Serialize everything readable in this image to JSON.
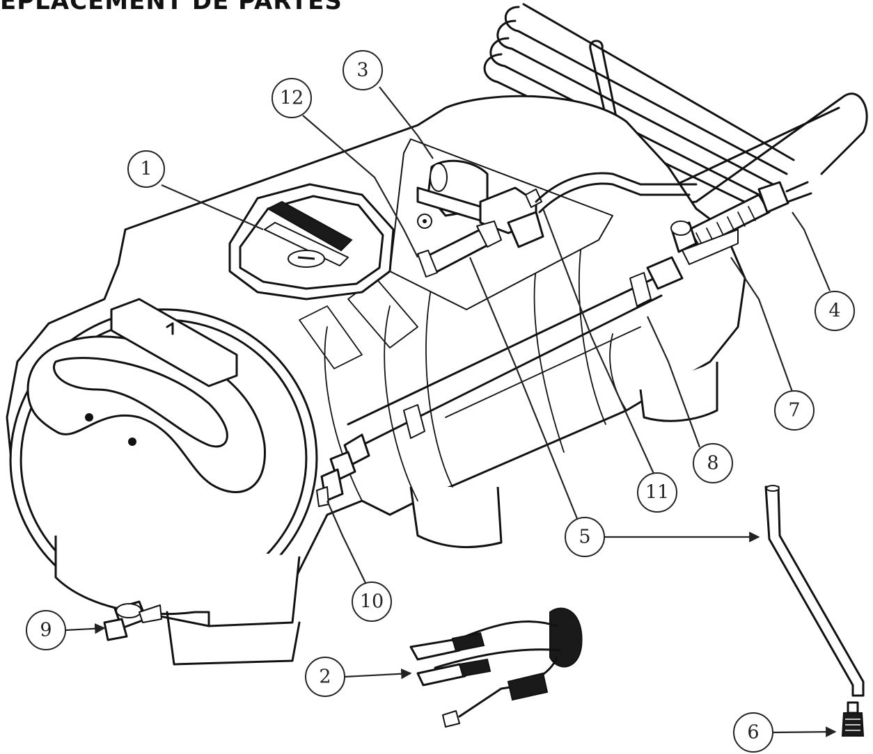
{
  "title": "EPLACEMENT DE PARTES",
  "callouts": [
    {
      "id": "c1",
      "label": "1"
    },
    {
      "id": "c2",
      "label": "2"
    },
    {
      "id": "c3",
      "label": "3"
    },
    {
      "id": "c4",
      "label": "4"
    },
    {
      "id": "c5",
      "label": "5"
    },
    {
      "id": "c6",
      "label": "6"
    },
    {
      "id": "c7",
      "label": "7"
    },
    {
      "id": "c8",
      "label": "8"
    },
    {
      "id": "c9",
      "label": "9"
    },
    {
      "id": "c10",
      "label": "10"
    },
    {
      "id": "c11",
      "label": "11"
    },
    {
      "id": "c12",
      "label": "12"
    }
  ]
}
